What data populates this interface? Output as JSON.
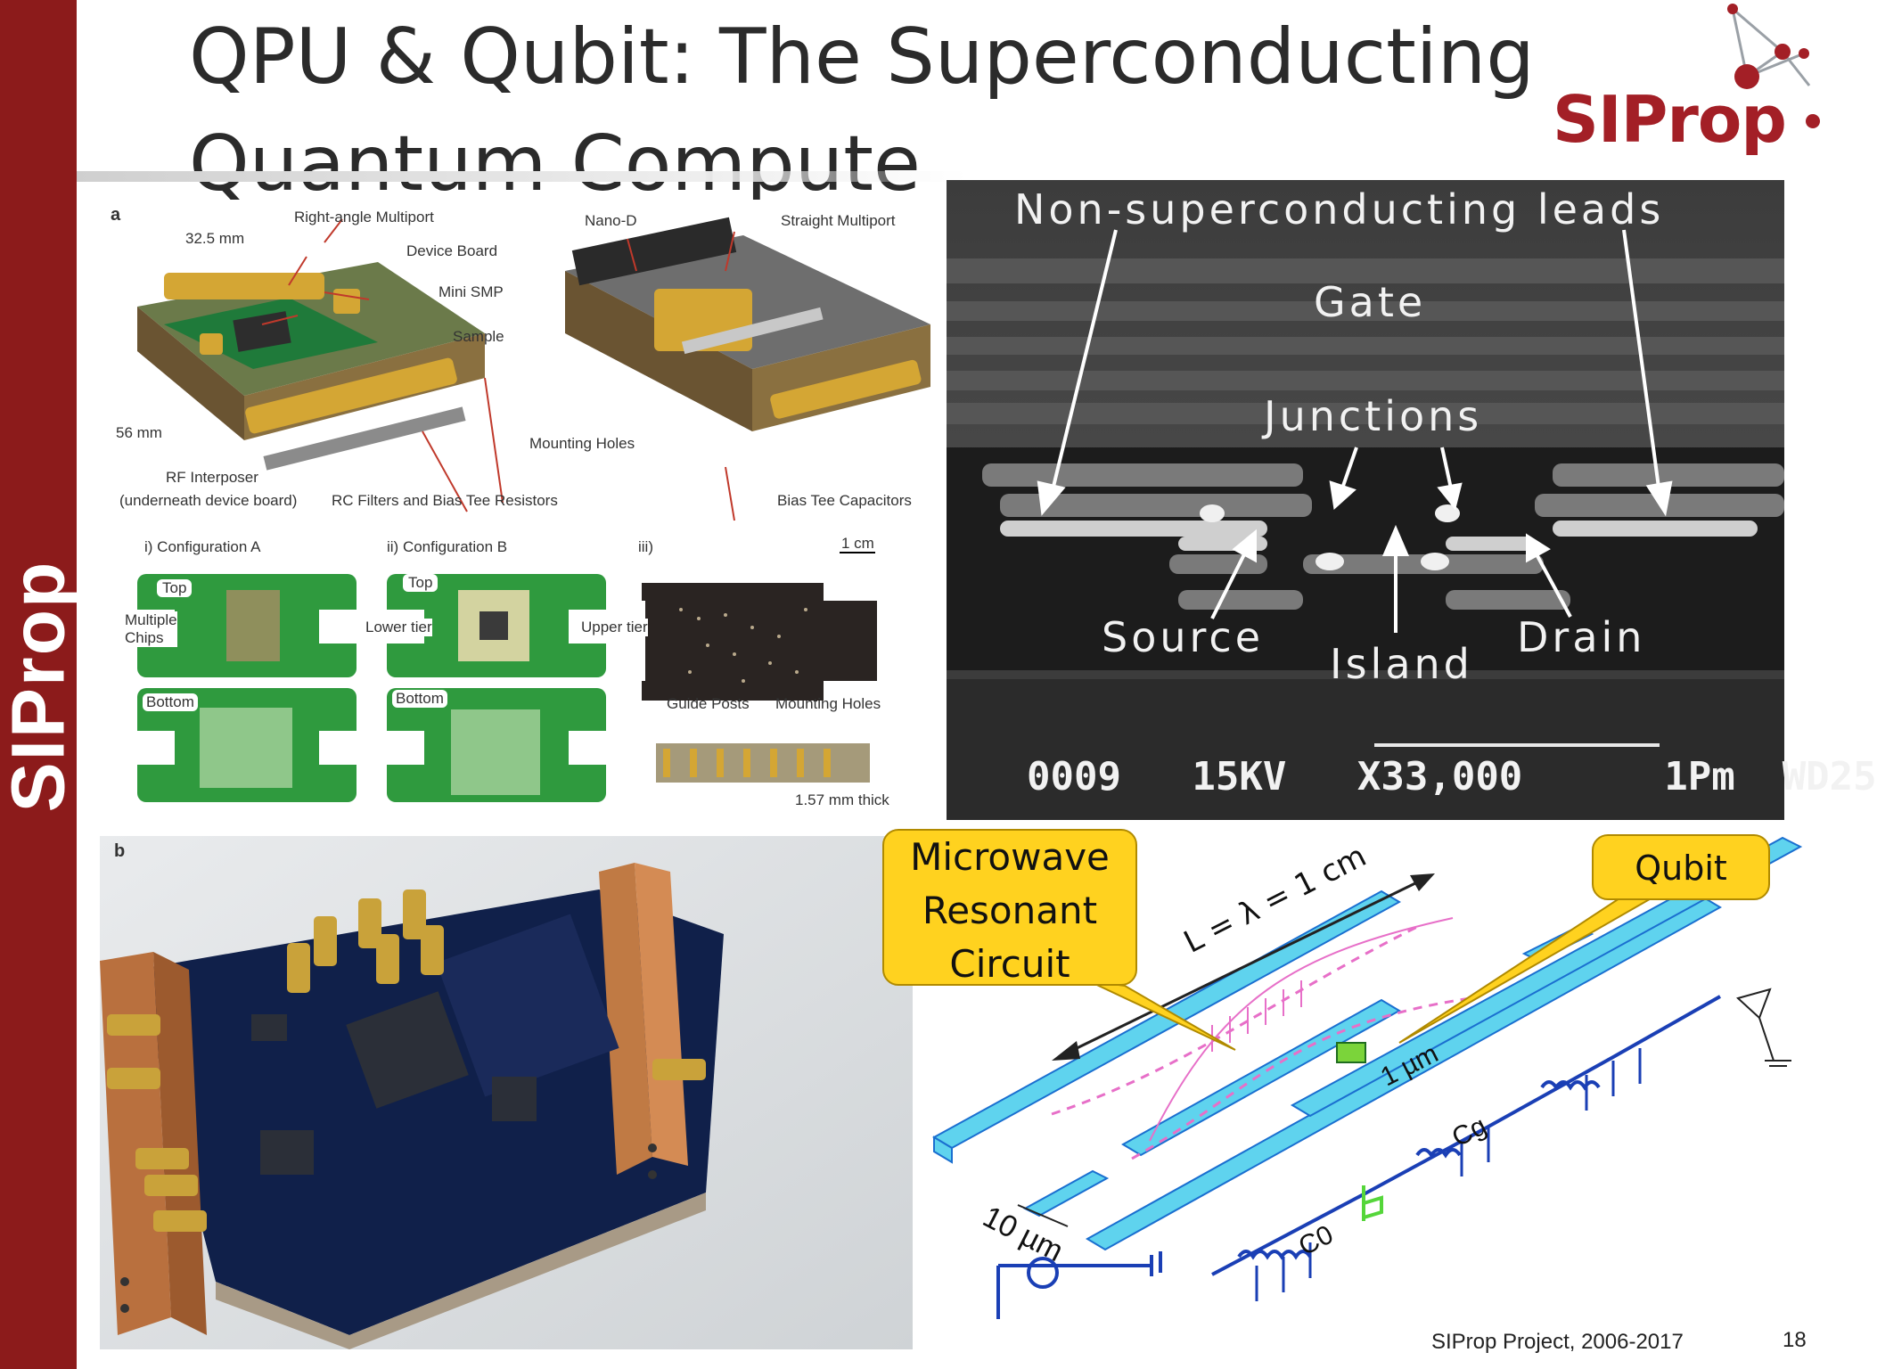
{
  "slide": {
    "title": "QPU & Qubit: The Superconducting Quantum Compute",
    "sidebar_text": "SIProp",
    "logo_text": "SIProp",
    "footer": "SIProp Project, 2006-2017",
    "page_number": "18",
    "colors": {
      "brand_red": "#8c1b1b",
      "callout_yellow": "#ffd21f",
      "resonator_cyan": "#5fd3ee"
    }
  },
  "figure_a": {
    "panel_letter": "a",
    "labels": {
      "right_angle_multiport": "Right-angle Multiport",
      "width_32": "32.5 mm",
      "device_board": "Device Board",
      "mini_smp": "Mini SMP",
      "sample": "Sample",
      "height_56": "56 mm",
      "rf_interposer": "RF Interposer",
      "underneath": "(underneath device board)",
      "rc_filters": "RC Filters and Bias Tee Resistors",
      "nano_d": "Nano-D",
      "straight_multiport": "Straight Multiport",
      "mounting_holes": "Mounting Holes",
      "bias_tee": "Bias Tee Capacitors",
      "config_a": "i)  Configuration A",
      "config_b": "ii)  Configuration B",
      "iii": "iii)",
      "scale_1cm": "1 cm",
      "top_a": "Top",
      "top_b": "Top",
      "multiple_chips": "Multiple\nChips",
      "lower_tier": "Lower tier",
      "upper_tier": "Upper tier",
      "bottom_a": "Bottom",
      "bottom_b": "Bottom",
      "guide_posts": "Guide Posts",
      "mounting_holes_2": "Mounting Holes",
      "thickness": "1.57 mm thick"
    }
  },
  "figure_b": {
    "panel_letter": "b"
  },
  "sem": {
    "non_super": "Non-superconducting leads",
    "gate": "Gate",
    "junctions": "Junctions",
    "source": "Source",
    "island": "Island",
    "drain": "Drain",
    "readout": "0009   15KV   X33,000      1Pm  WD25"
  },
  "circuit": {
    "length_label": "L = λ = 1 cm",
    "micron_1": "1 µm",
    "micron_10": "10 µm",
    "cg": "Cg",
    "c0": "C0",
    "callout_microwave": "Microwave\nResonant\nCircuit",
    "callout_qubit": "Qubit"
  }
}
